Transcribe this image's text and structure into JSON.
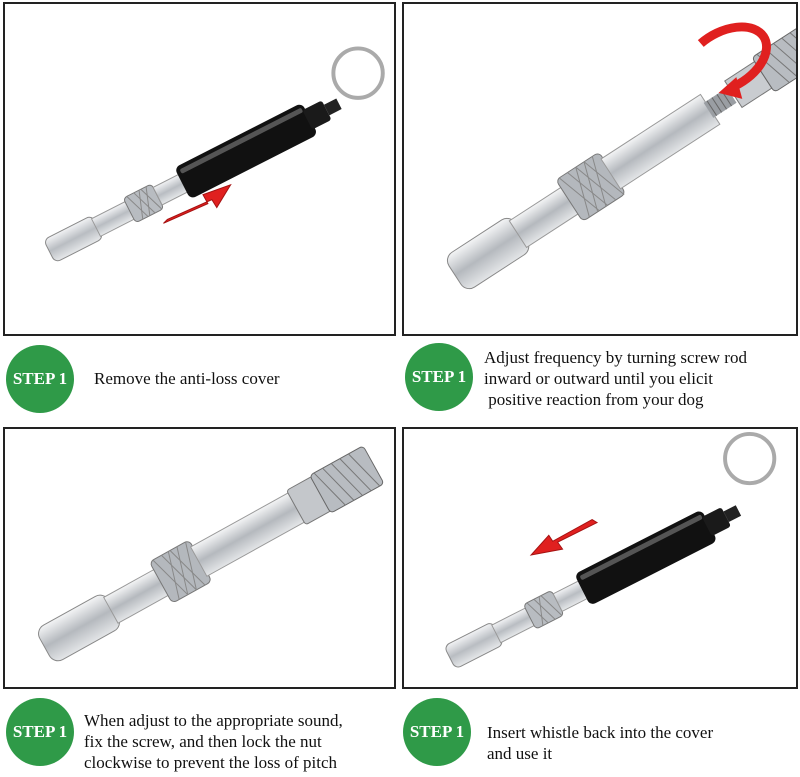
{
  "steps": [
    {
      "badge": "STEP 1",
      "lines": [
        "Remove the anti-loss cover"
      ]
    },
    {
      "badge": "STEP 1",
      "lines": [
        "Adjust frequency by turning screw rod",
        "inward or outward until you elicit",
        " positive reaction from your dog"
      ]
    },
    {
      "badge": "STEP 1",
      "lines": [
        "When adjust to the appropriate sound,",
        "fix the screw, and then lock the nut",
        "clockwise to prevent the loss of pitch"
      ]
    },
    {
      "badge": "STEP 1",
      "lines": [
        "Insert whistle back into the cover",
        "and use it"
      ]
    }
  ],
  "colors": {
    "badge": "#2f9a48",
    "arrow": "#e0201f",
    "cover": "#111111",
    "metal": "#c9ccd0"
  },
  "icons": [
    "whistle-with-cover",
    "whistle-adjust-screw",
    "whistle-assembled",
    "whistle-insert-cover"
  ]
}
